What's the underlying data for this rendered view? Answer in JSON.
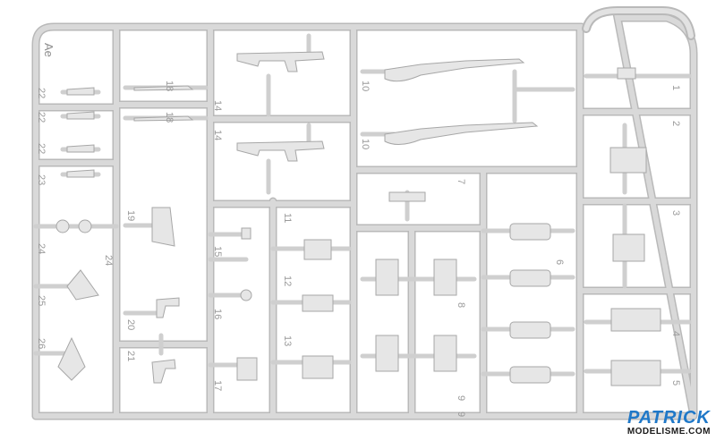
{
  "sprue": {
    "id": "Ae",
    "colors": {
      "plastic": "#d9d9d9",
      "edge": "#b8b8b8",
      "part": "#e4e4e4",
      "background": "#ffffff"
    },
    "part_numbers": [
      "22",
      "22",
      "22",
      "23",
      "24",
      "24",
      "25",
      "26",
      "19",
      "18",
      "18",
      "20",
      "21",
      "14",
      "14",
      "10",
      "10",
      "15",
      "16",
      "17",
      "11",
      "12",
      "13",
      "7",
      "8",
      "9",
      "9",
      "6",
      "1",
      "2",
      "3",
      "4",
      "5"
    ]
  },
  "watermark": {
    "brand": "PATRICK",
    "site": "MODELISME.COM",
    "colors": {
      "brand": "#1f78c8",
      "text": "#1a1a1a"
    }
  }
}
